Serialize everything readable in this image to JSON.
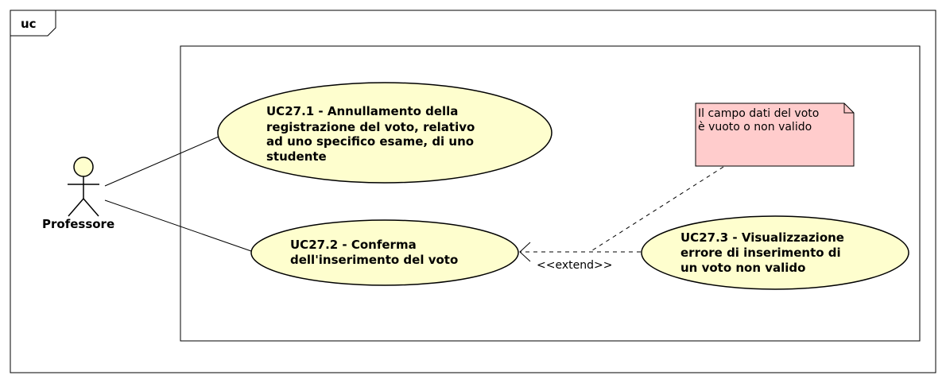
{
  "frame": {
    "label": "uc"
  },
  "actor": {
    "name": "Professore"
  },
  "use_cases": [
    {
      "id": "uc27_1",
      "lines": [
        "UC27.1 - Annullamento della",
        "registrazione del voto, relativo",
        "ad uno specifico esame, di uno",
        "studente"
      ]
    },
    {
      "id": "uc27_2",
      "lines": [
        "UC27.2 - Conferma",
        "dell'inserimento del voto"
      ]
    },
    {
      "id": "uc27_3",
      "lines": [
        "UC27.3 - Visualizzazione",
        "errore di inserimento di",
        "un voto non valido"
      ]
    }
  ],
  "note": {
    "lines": [
      "Il campo dati del voto",
      "è vuoto o non valido"
    ]
  },
  "extend": {
    "label": "<<extend>>"
  },
  "colors": {
    "usecase_fill": "#FEFECE",
    "note_fill": "#FFCCCC",
    "actor_fill": "#FEFECE",
    "stroke": "#000000"
  }
}
